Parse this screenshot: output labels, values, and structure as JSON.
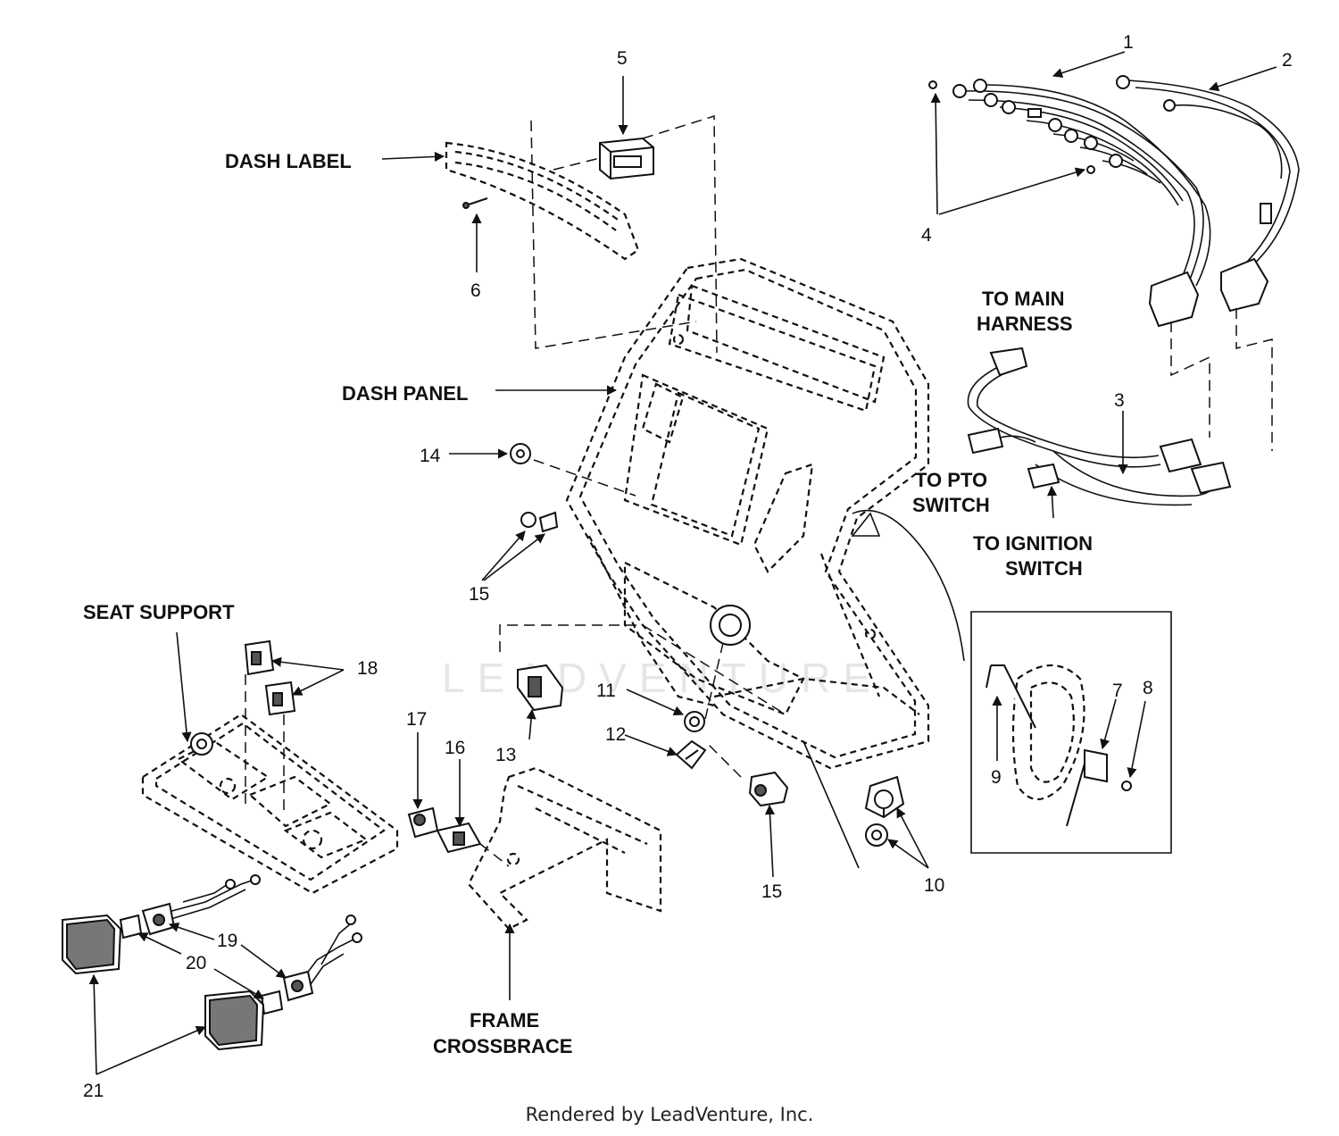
{
  "diagram": {
    "watermark": "LEADVENTURE",
    "callouts": [
      "1",
      "2",
      "3",
      "4",
      "5",
      "6",
      "7",
      "8",
      "9",
      "10",
      "11",
      "12",
      "13",
      "14",
      "15",
      "15",
      "16",
      "17",
      "18",
      "19",
      "20",
      "21"
    ],
    "labels": {
      "dash_label": "DASH LABEL",
      "dash_panel": "DASH PANEL",
      "to_main_1": "TO MAIN",
      "to_main_2": "HARNESS",
      "to_pto_1": "TO PTO",
      "to_pto_2": "SWITCH",
      "to_ign_1": "TO IGNITION",
      "to_ign_2": "SWITCH",
      "seat_support": "SEAT SUPPORT",
      "frame_1": "FRAME",
      "frame_2": "CROSSBRACE"
    }
  },
  "footer": "Rendered by LeadVenture, Inc."
}
